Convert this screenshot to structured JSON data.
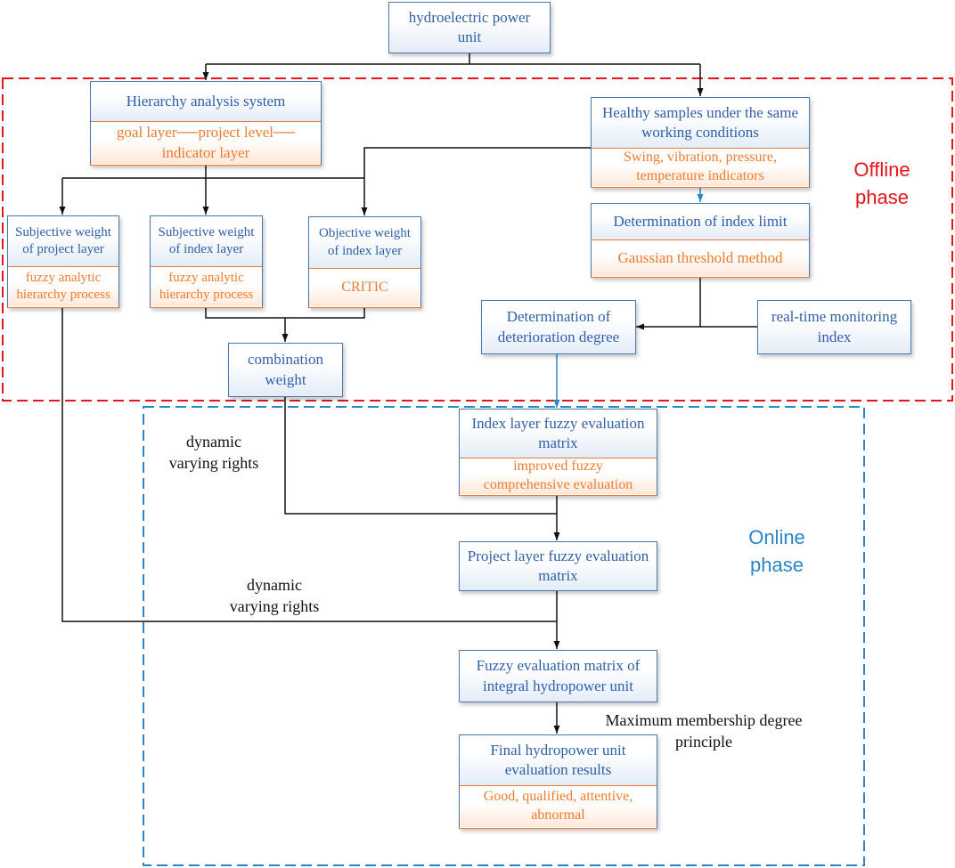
{
  "nodes": {
    "unit": {
      "title": "hydroelectric power\nunit"
    },
    "has": {
      "title": "Hierarchy analysis system",
      "sub": "goal layer──project level──\nindicator layer"
    },
    "healthy": {
      "title": "Healthy samples under the same\nworking conditions",
      "sub": "Swing, vibration, pressure,\ntemperature indicators"
    },
    "swpl": {
      "title": "Subjective weight\nof project layer",
      "sub": "fuzzy analytic\nhierarchy process"
    },
    "swil": {
      "title": "Subjective weight\nof index layer",
      "sub": "fuzzy analytic\nhierarchy process"
    },
    "owil": {
      "title": "Objective weight\nof index layer",
      "sub": "CRITIC"
    },
    "limit": {
      "title": "Determination of index limit",
      "sub": "Gaussian threshold method"
    },
    "deter": {
      "title": "Determination of\ndeterioration degree"
    },
    "rtm": {
      "title": "real-time monitoring\nindex"
    },
    "comb": {
      "title": "combination\nweight"
    },
    "ilfem": {
      "title": "Index layer fuzzy evaluation\nmatrix",
      "sub": "improved fuzzy\ncomprehensive evaluation"
    },
    "plfem": {
      "title": "Project layer fuzzy evaluation\nmatrix"
    },
    "fem": {
      "title": "Fuzzy evaluation matrix of\nintegral hydropower unit"
    },
    "final": {
      "title": "Final hydropower unit\nevaluation results",
      "sub": "Good, qualified, attentive,\nabnormal"
    }
  },
  "labels": {
    "dvr1": "dynamic\nvarying rights",
    "dvr2": "dynamic\nvarying rights",
    "mmdp": "Maximum membership degree\nprinciple"
  },
  "phases": {
    "offline": "Offline\nphase",
    "online": "Online\nphase"
  },
  "colors": {
    "offline": "#e8141b",
    "online": "#2a86c8",
    "title_text": "#2e5fa8",
    "sub_text": "#ee7b2d"
  }
}
